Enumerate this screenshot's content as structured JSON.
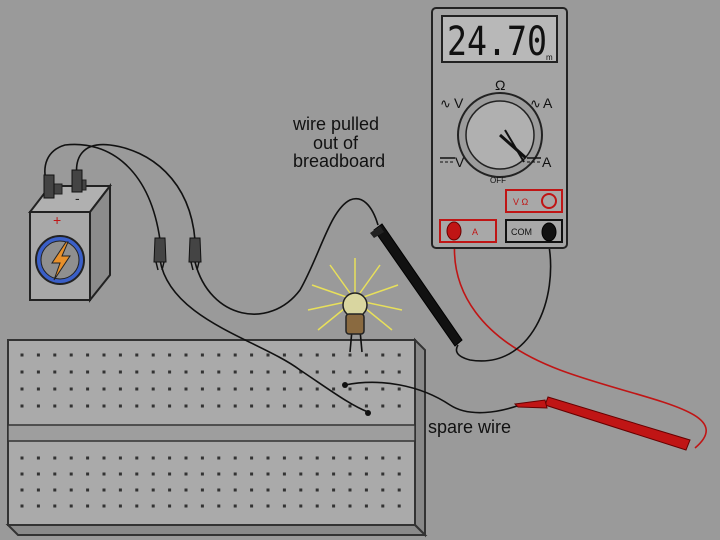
{
  "annotations": {
    "wire_pulled_line1": "wire pulled",
    "wire_pulled_line2": "out of",
    "wire_pulled_line3": "breadboard",
    "spare_wire": "spare wire"
  },
  "multimeter": {
    "display_value": "24.70",
    "display_unit": "m",
    "dial_labels": {
      "ohm": "Ω",
      "vac": "V",
      "aac": "A",
      "vdc": "V",
      "adc": "A",
      "off": "OFF"
    },
    "jacks": {
      "a_jack": "A",
      "v_ohm_jack": "V Ω",
      "com_jack": "COM"
    }
  },
  "battery": {
    "positive": "+",
    "negative": "-"
  },
  "colors": {
    "background": "#9a9a9a",
    "red_probe": "#c01515",
    "black_probe": "#111111",
    "bulb_rays": "#e8e05a",
    "battery_bolt": "#e8902a",
    "battery_circle": "#3a5fc8"
  },
  "icons": [
    "lightning-bolt-icon",
    "light-bulb-icon",
    "rotary-dial-icon"
  ]
}
